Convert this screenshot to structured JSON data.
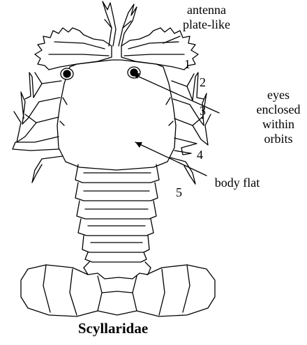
{
  "labels": {
    "antenna": [
      "antenna",
      "plate-like"
    ],
    "eyes": [
      "eyes",
      "enclosed",
      "within",
      "orbits"
    ],
    "body": "body flat"
  },
  "leg_numbers": [
    "1",
    "2",
    "3",
    "4",
    "5"
  ],
  "caption": "Scyllaridae",
  "ink_color": "#000000"
}
